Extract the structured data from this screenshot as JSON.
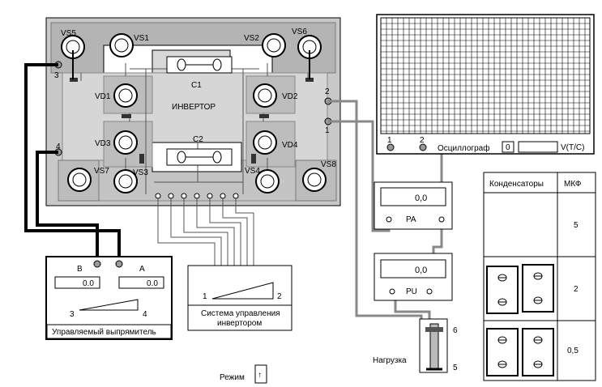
{
  "inverter": {
    "title": "ИНВЕРТОР",
    "thyristors": [
      "VS5",
      "VS1",
      "VS2",
      "VS6",
      "VS7",
      "VS3",
      "VS4",
      "VS8"
    ],
    "diodes": [
      "VD1",
      "VD2",
      "VD3",
      "VD4"
    ],
    "capacitors": [
      "C1",
      "C2"
    ],
    "terminals": [
      "3",
      "4",
      "2",
      "1"
    ]
  },
  "oscilloscope": {
    "label": "Осциллограф",
    "inputs": [
      "1",
      "2"
    ],
    "channel_value": "0",
    "units": "V(T/C)"
  },
  "ammeter": {
    "value": "0,0",
    "label": "PA"
  },
  "voltmeter": {
    "value": "0,0",
    "label": "PU"
  },
  "load": {
    "label": "Нагрузка",
    "terminals": [
      "6",
      "5"
    ]
  },
  "rectifier": {
    "label": "Управляемый выпрямитель",
    "b_label": "B",
    "b_value": "0.0",
    "a_label": "A",
    "a_value": "0.0",
    "slider_min": "3",
    "slider_max": "4"
  },
  "control_system": {
    "label_line1": "Система управления",
    "label_line2": "инвертором",
    "slider_min": "1",
    "slider_max": "2"
  },
  "mode": {
    "label": "Режим",
    "arrow": "↑"
  },
  "capacitor_table": {
    "col1": "Конденсаторы",
    "col2": "МКФ",
    "rows": [
      "5",
      "2",
      "0,5"
    ]
  }
}
